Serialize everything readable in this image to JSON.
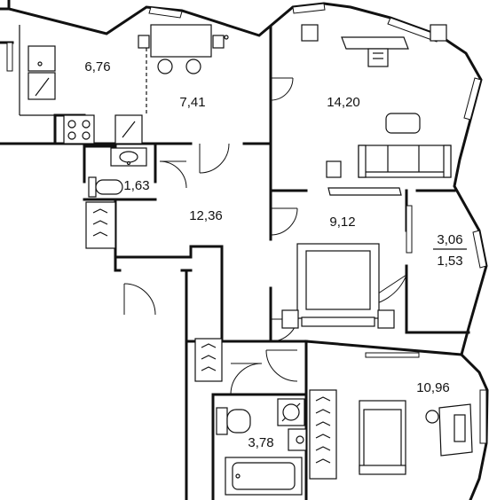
{
  "rooms": [
    {
      "id": "kitchen",
      "area": "6,76"
    },
    {
      "id": "dining",
      "area": "7,41"
    },
    {
      "id": "living",
      "area": "14,20"
    },
    {
      "id": "bath-small",
      "area": "1,63"
    },
    {
      "id": "hall",
      "area": "12,36"
    },
    {
      "id": "bedroom",
      "area": "9,12"
    },
    {
      "id": "balcony-top",
      "area": "3,06"
    },
    {
      "id": "balcony-bottom",
      "area": "1,53"
    },
    {
      "id": "bedroom-2",
      "area": "10,96"
    },
    {
      "id": "bathroom",
      "area": "3,78"
    }
  ]
}
